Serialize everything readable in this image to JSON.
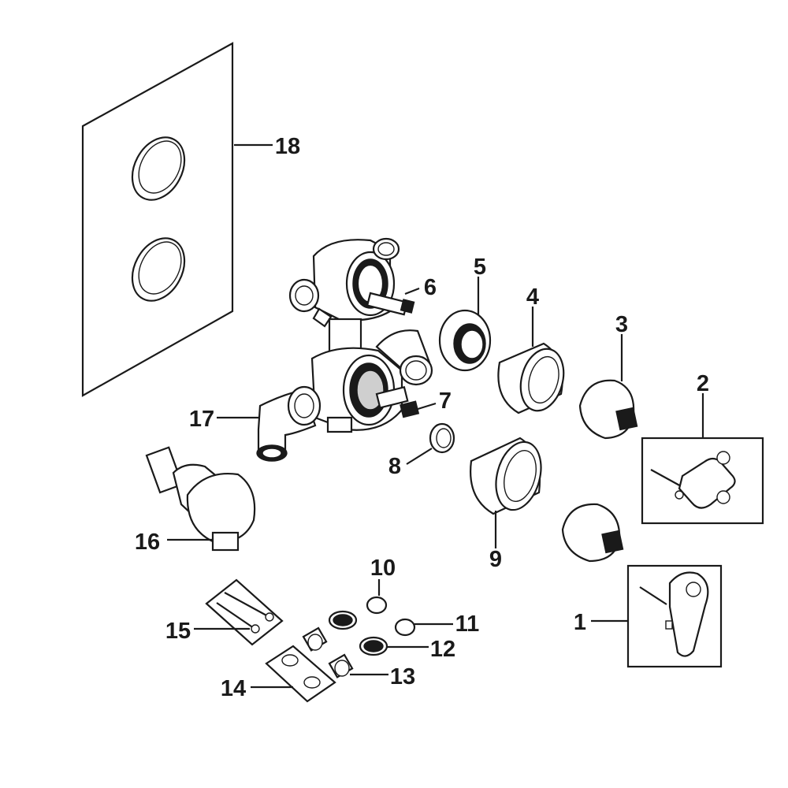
{
  "diagram": {
    "type": "exploded-parts-view",
    "labels": {
      "p1": "1",
      "p2": "2",
      "p3": "3",
      "p4": "4",
      "p5": "5",
      "p6": "6",
      "p7": "7",
      "p8": "8",
      "p9": "9",
      "p10": "10",
      "p11": "11",
      "p12": "12",
      "p13": "13",
      "p14": "14",
      "p15": "15",
      "p16": "16",
      "p17": "17",
      "p18": "18"
    }
  }
}
